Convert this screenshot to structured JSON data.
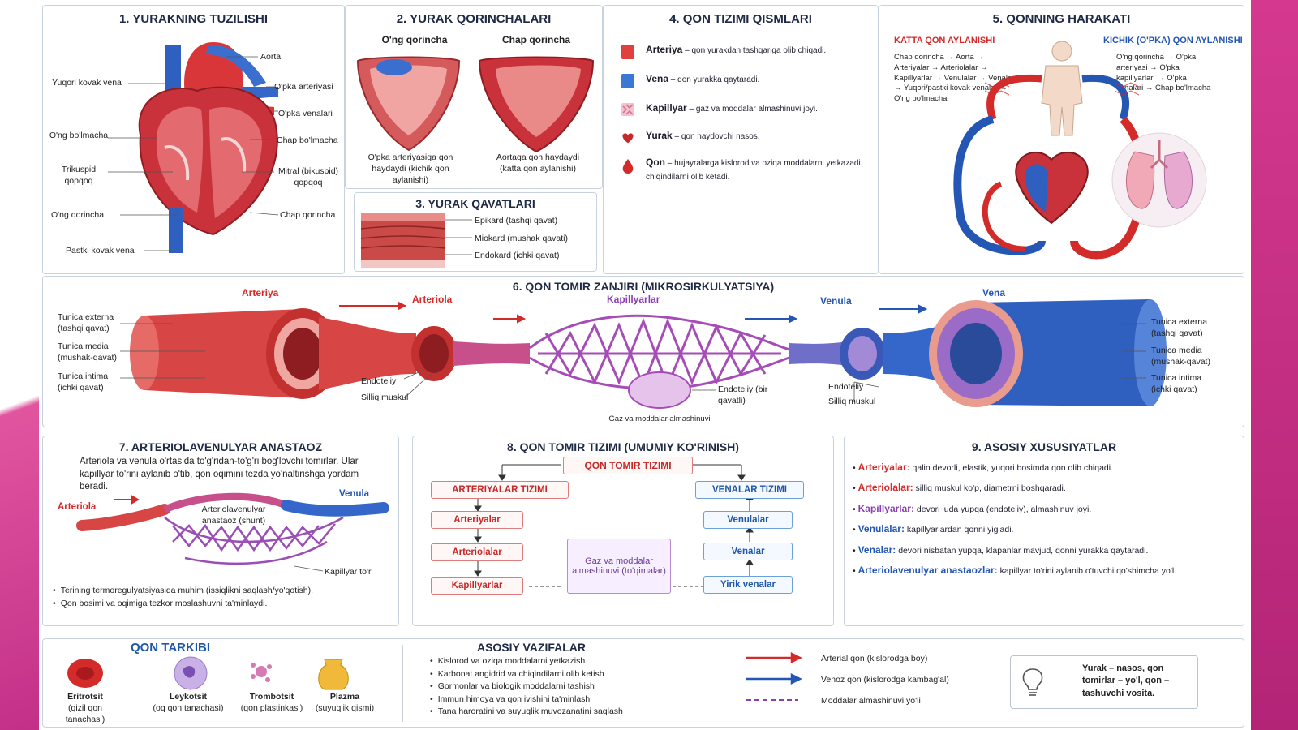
{
  "colors": {
    "artery": "#d32a2a",
    "vein": "#2456b3",
    "capillary": "#8a3fb0",
    "accent_pink": "#d4398f"
  },
  "p1": {
    "title": "1. YURAKNING TUZILISHI",
    "labels": {
      "aorta": "Aorta",
      "sup_vena": "Yuqori kovak vena",
      "pulm_artery": "O'pka arteriyasi",
      "pulm_veins": "O'pka venalari",
      "right_atrium": "O'ng bo'lmacha",
      "left_atrium": "Chap bo'lmacha",
      "tricuspid": "Trikuspid qopqoq",
      "mitral": "Mitral (bikuspid) qopqoq",
      "right_ventricle": "O'ng qorincha",
      "left_ventricle": "Chap qorincha",
      "inf_vena": "Pastki kovak vena"
    }
  },
  "p2": {
    "title": "2. YURAK QORINCHALARI",
    "right": "O'ng qorincha",
    "left": "Chap qorincha",
    "right_desc": "O'pka arteriyasiga qon haydaydi (kichik qon aylanishi)",
    "left_desc": "Aortaga qon haydaydi (katta qon aylanishi)"
  },
  "p3": {
    "title": "3. YURAK QAVATLARI",
    "layers": [
      "Epikard (tashqi qavat)",
      "Miokard (mushak qavati)",
      "Endokard (ichki qavat)"
    ]
  },
  "p4": {
    "title": "4. QON TIZIMI QISMLARI",
    "items": [
      {
        "term": "Arteriya",
        "desc": " – qon yurakdan tashqariga olib chiqadi.",
        "icon": "artery-square-icon",
        "color": "#e0413f"
      },
      {
        "term": "Vena",
        "desc": " – qon yurakka qaytaradi.",
        "icon": "vein-square-icon",
        "color": "#3a78d4"
      },
      {
        "term": "Kapillyar",
        "desc": " – gaz va moddalar almashinuvi joyi.",
        "icon": "capillary-square-icon",
        "color": "#d86a8c"
      },
      {
        "term": "Yurak",
        "desc": " – qon haydovchi nasos.",
        "icon": "heart-icon",
        "color": "#c9282b"
      },
      {
        "term": "Qon",
        "desc": " – hujayralarga kislorod va oziqa moddalarni yetkazadi, chiqindilarni olib ketadi.",
        "icon": "blood-drop-icon",
        "color": "#d32a2a"
      }
    ]
  },
  "p5": {
    "title": "5. QONNING HARAKATI",
    "big_title": "KATTA QON AYLANISHI",
    "big_text": "Chap qorincha → Aorta → Arteriyalar → Arteriolalar → Kapillyarlar → Venulalar → Venalar → Yuqori/pastki kovak venalar → O'ng bo'lmacha",
    "small_title": "KICHIK (O'PKA) QON AYLANISHI",
    "small_text": "O'ng qorincha → O'pka arteriyasi → O'pka kapillyarlari → O'pka venalari → Chap bo'lmacha"
  },
  "p6": {
    "title": "6. QON TOMIR ZANJIRI (MIKROSIRKULYATSIYA)",
    "arteriya": "Arteriya",
    "arteriola": "Arteriola",
    "kapillyarlar": "Kapillyarlar",
    "venula": "Venula",
    "vena": "Vena",
    "ext_l": "Tunica externa (tashqi qavat)",
    "med_l": "Tunica media (mushak-qavat)",
    "int_l": "Tunica intima (ichki qavat)",
    "ext_r": "Tunica externa (tashqi qavat)",
    "med_r": "Tunica media (mushak-qavat)",
    "int_r": "Tunica intima (ichki qavat)",
    "endo1": "Endoteliy",
    "smooth1": "Silliq muskul",
    "endo_cap": "Endoteliy (bir qavatli)",
    "endo2": "Endoteliy",
    "smooth2": "Silliq muskul",
    "gas": "Gaz va moddalar almashinuvi"
  },
  "p7": {
    "title": "7. ARTERIOLAVENULYAR ANASTAOZ",
    "desc": "Arteriola va venula o'rtasida to'g'ridan-to'g'ri bog'lovchi tomirlar. Ular kapillyar to'rini aylanib o'tib, qon oqimini tezda yo'naltirishga yordam beradi.",
    "arteriola": "Arteriola",
    "venula": "Venula",
    "shunt": "Arteriolavenulyar anastaoz (shunt)",
    "cap_net": "Kapillyar to'r",
    "bullets": [
      "Terining termoregulyatsiyasida muhim (issiqlikni saqlash/yo'qotish).",
      "Qon bosimi va oqimiga tezkor moslashuvni ta'minlaydi."
    ]
  },
  "p8": {
    "title": "8. QON TOMIR TIZIMI (UMUMIY KO'RINISH)",
    "root": "QON TOMIR TIZIMI",
    "art_sys": "ARTERIYALAR TIZIMI",
    "ven_sys": "VENALAR TIZIMI",
    "art": [
      "Arteriyalar",
      "Arteriolalar",
      "Kapillyarlar"
    ],
    "ven": [
      "Venulalar",
      "Venalar",
      "Yirik venalar"
    ],
    "center": "Gaz va moddalar almashinuvi (to'qimalar)"
  },
  "p9": {
    "title": "9. ASOSIY XUSUSIYATLAR",
    "items": [
      {
        "k": "Arteriyalar:",
        "v": " qalin devorli, elastik, yuqori bosimda qon olib chiqadi.",
        "c": "r"
      },
      {
        "k": "Arteriolalar:",
        "v": " silliq muskul ko'p, diametrni boshqaradi.",
        "c": "r"
      },
      {
        "k": "Kapillyarlar:",
        "v": " devori juda yupqa (endoteliy), almashinuv joyi.",
        "c": "p"
      },
      {
        "k": "Venulalar:",
        "v": " kapillyarlardan qonni yig'adi.",
        "c": "b"
      },
      {
        "k": "Venalar:",
        "v": " devori nisbatan yupqa, klapanlar mavjud, qonni yurakka qaytaradi.",
        "c": "b"
      },
      {
        "k": "Arteriolavenulyar anastaozlar:",
        "v": " kapillyar to'rini aylanib o'tuvchi qo'shimcha yo'l.",
        "c": "b"
      }
    ]
  },
  "p10": {
    "title": "QON TARKIBI",
    "cells": [
      {
        "name": "Eritrotsit",
        "sub": "(qizil qon tanachasi)"
      },
      {
        "name": "Leykotsit",
        "sub": "(oq qon tanachasi)"
      },
      {
        "name": "Trombotsit",
        "sub": "(qon plastinkasi)"
      },
      {
        "name": "Plazma",
        "sub": "(suyuqlik qismi)"
      }
    ]
  },
  "p11": {
    "title": "ASOSIY VAZIFALAR",
    "items": [
      "Kislorod va oziqa moddalarni yetkazish",
      "Karbonat angidrid va chiqindilarni olib ketish",
      "Gormonlar va biologik moddalarni tashish",
      "Immun himoya va qon ivishini ta'minlash",
      "Tana haroratini va suyuqlik muvozanatini saqlash"
    ]
  },
  "p12": {
    "arterial": "Arterial qon (kislorodga boy)",
    "venous": "Venoz qon (kislorodga kambag'al)",
    "exchange": "Moddalar almashinuvi yo'li",
    "note": "Yurak – nasos, qon tomirlar – yo'l, qon – tashuvchi vosita."
  }
}
